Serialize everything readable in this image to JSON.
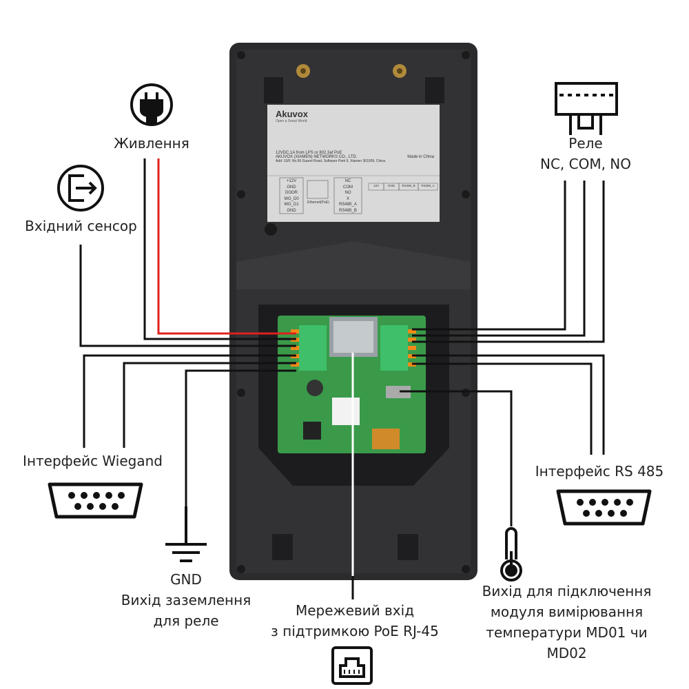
{
  "labels": {
    "power": "Живлення",
    "input_sensor": "Вхідний сенсор",
    "relay_title": "Реле",
    "relay_contacts": "NC, COM, NO",
    "wiegand": "Інтерфейс Wiegand",
    "rs485": "Інтерфейс RS 485",
    "gnd": "GND",
    "gnd_desc_1": "Вихід заземлення",
    "gnd_desc_2": "для реле",
    "network_1": "Мережевий вхід",
    "network_2": "з підтримкою PoE RJ-45",
    "temp_1": "Вихід для підключення",
    "temp_2": "модуля вимірювання",
    "temp_3": "температури MD01 чи",
    "temp_4": "MD02"
  },
  "device_sticker": {
    "brand": "Akuvox",
    "tagline": "Open a Smart World",
    "line1": "12VDC,1A from LPS or 802.3af PoE",
    "line2": "AKUVOX (XIAMEN) NETWORKS CO., LTD.",
    "made_in": "Made in China",
    "line3": "Add: 10/F, No.56 Guanri Road, Software Park II, Xiamen 361009, China",
    "left_pins": [
      "+12V",
      "GND",
      "DOOR",
      "WG_D0",
      "WG_D1",
      "GND"
    ],
    "ethernet": "Ethernet(PoE)",
    "relay_pins": [
      "NC",
      "COM",
      "NO",
      "X",
      "RS485_A",
      "RS485_B"
    ],
    "right_pins": [
      "12V",
      "GND",
      "RS485_B",
      "RS485_A"
    ]
  },
  "colors": {
    "power_wire": "#e0201c",
    "wire": "#111111",
    "device_body": "#2b2b2d",
    "pcb": "#3a9a4a",
    "terminal": "#3fbf6a"
  },
  "icons": [
    "power-plug-icon",
    "exit-door-icon",
    "relay-icon",
    "db9-connector-icon",
    "ground-icon",
    "thermometer-icon",
    "rj45-icon"
  ]
}
